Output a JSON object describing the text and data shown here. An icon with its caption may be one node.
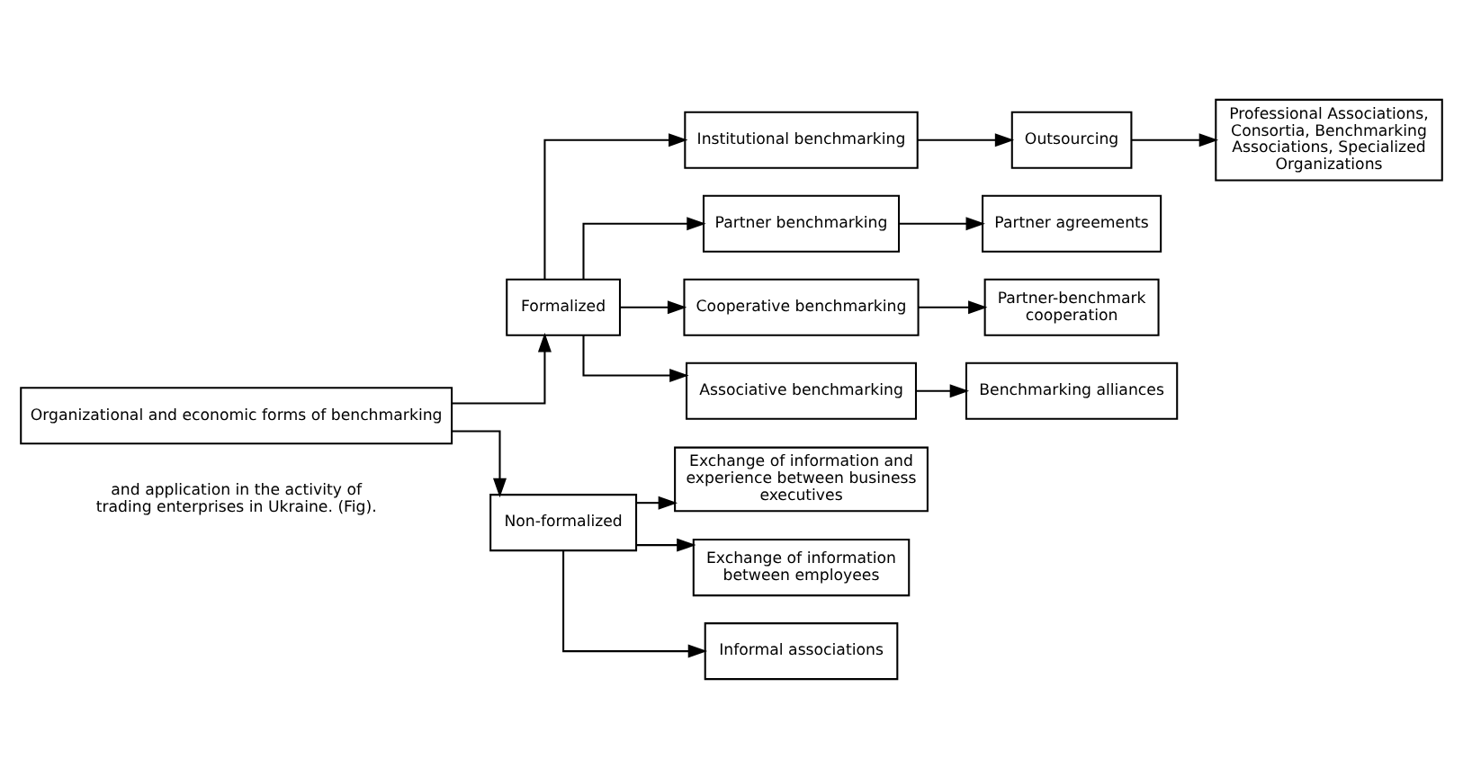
{
  "diagram": {
    "nodes": [
      {
        "text": [
          "Organizational and economic forms of benchmarking"
        ]
      },
      {
        "text": [
          "Formalized"
        ]
      },
      {
        "text": [
          "Non-formalized"
        ]
      },
      {
        "text": [
          "Institutional benchmarking"
        ]
      },
      {
        "text": [
          "Outsourcing"
        ]
      },
      {
        "text": [
          "Professional Associations, Consortia, Benchmarking Associations, Specialized Organizations"
        ]
      },
      {
        "text": [
          "Partner benchmarking"
        ]
      },
      {
        "text": [
          "Partner agreements"
        ]
      },
      {
        "text": [
          "Exchange of information and experience between business executives"
        ]
      },
      {
        "text": [
          "Cooperative benchmarking"
        ]
      },
      {
        "text": [
          "Partner-benchmark cooperation"
        ]
      },
      {
        "text": [
          "Exchange of information between employees"
        ]
      },
      {
        "text": [
          "Associative benchmarking"
        ]
      },
      {
        "text": [
          "Benchmarking alliances"
        ]
      },
      {
        "text": [
          "Informal associations"
        ]
      }
    ],
    "edges": [
      {
        "from": 0,
        "to": 1,
        "arrow": "to"
      },
      {
        "from": 0,
        "to": 2,
        "arrow": "to"
      },
      {
        "from": 1,
        "to": 3,
        "arrow": "to"
      },
      {
        "from": 1,
        "to": 6,
        "arrow": "to"
      },
      {
        "from": 1,
        "to": 9,
        "arrow": "to"
      },
      {
        "from": 1,
        "to": 12,
        "arrow": "to"
      },
      {
        "from": 3,
        "to": 4,
        "arrow": "to"
      },
      {
        "from": 4,
        "to": 5,
        "arrow": "to"
      },
      {
        "from": 6,
        "to": 7,
        "arrow": "to"
      },
      {
        "from": 9,
        "to": 10,
        "arrow": "to"
      },
      {
        "from": 12,
        "to": 13,
        "arrow": "to"
      },
      {
        "from": 2,
        "to": 8,
        "arrow": "to"
      },
      {
        "from": 2,
        "to": 11,
        "arrow": "to"
      },
      {
        "from": 2,
        "to": 14,
        "arrow": "to"
      }
    ],
    "labels": [
      "and application in the activity of trading enterprises in Ukraine. (Fig)."
    ]
  }
}
